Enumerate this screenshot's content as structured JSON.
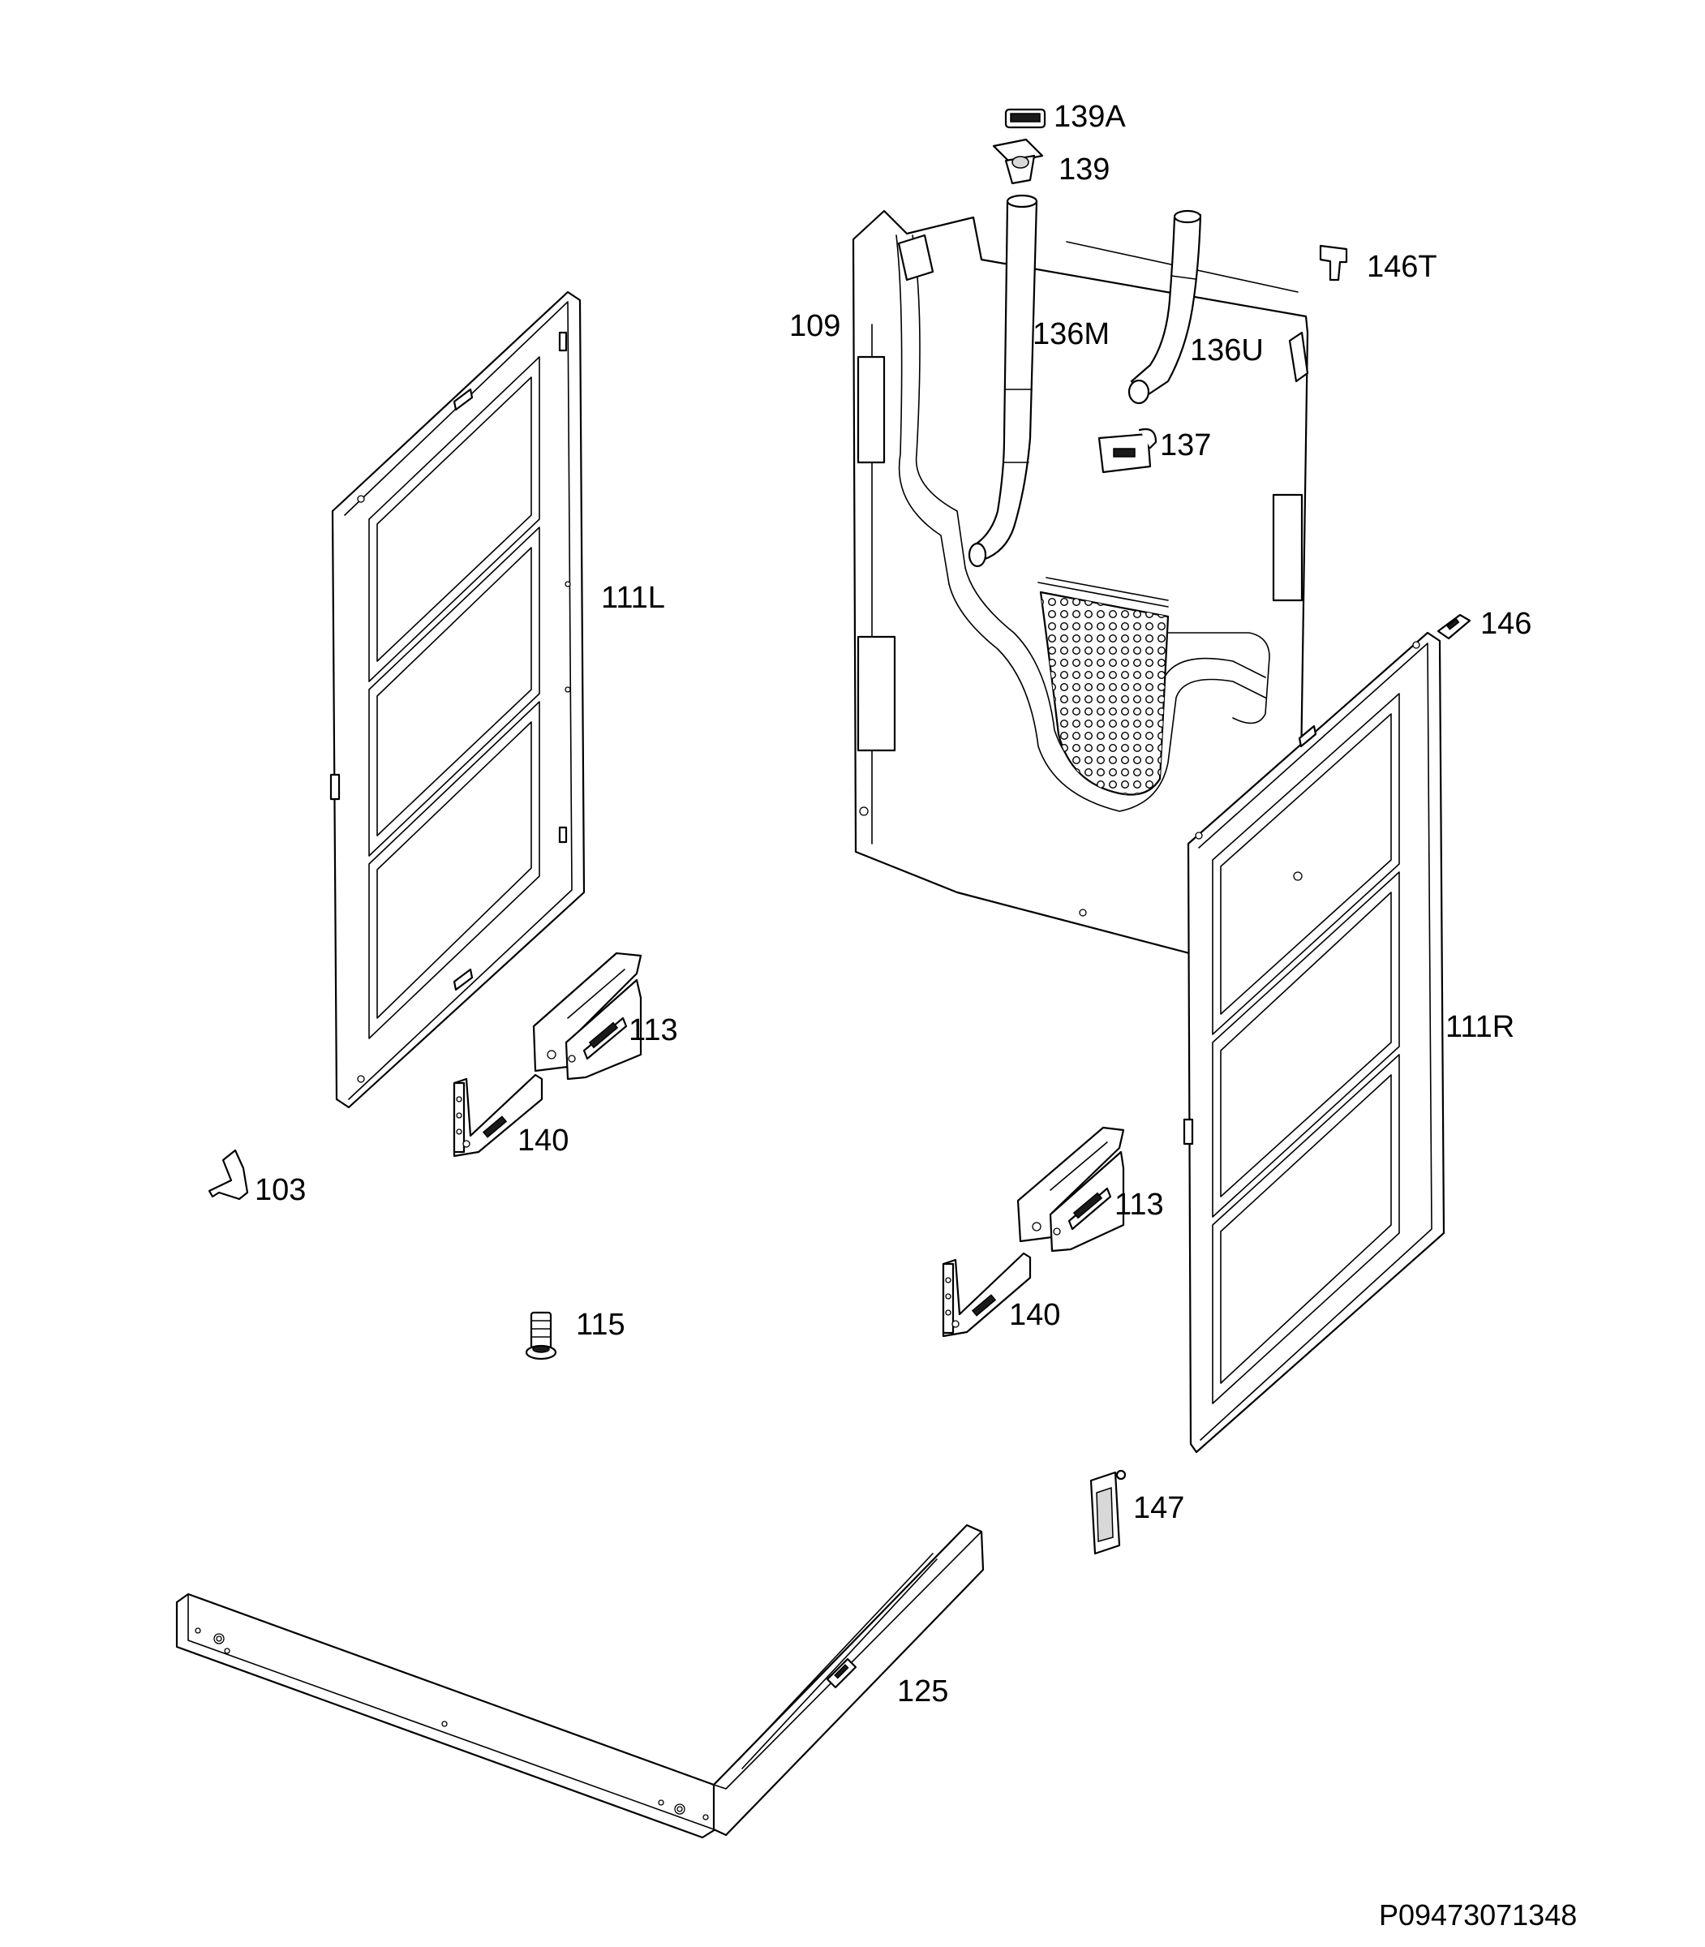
{
  "labels": {
    "p139A": "139A",
    "p139": "139",
    "p146T": "146T",
    "p109": "109",
    "p136M": "136M",
    "p136U": "136U",
    "p137": "137",
    "p111L": "111L",
    "p146": "146",
    "p113a": "113",
    "p111R": "111R",
    "p140a": "140",
    "p103": "103",
    "p113b": "113",
    "p140b": "140",
    "p115": "115",
    "p147": "147",
    "p125": "125"
  },
  "drawing_code": "P09473071348"
}
